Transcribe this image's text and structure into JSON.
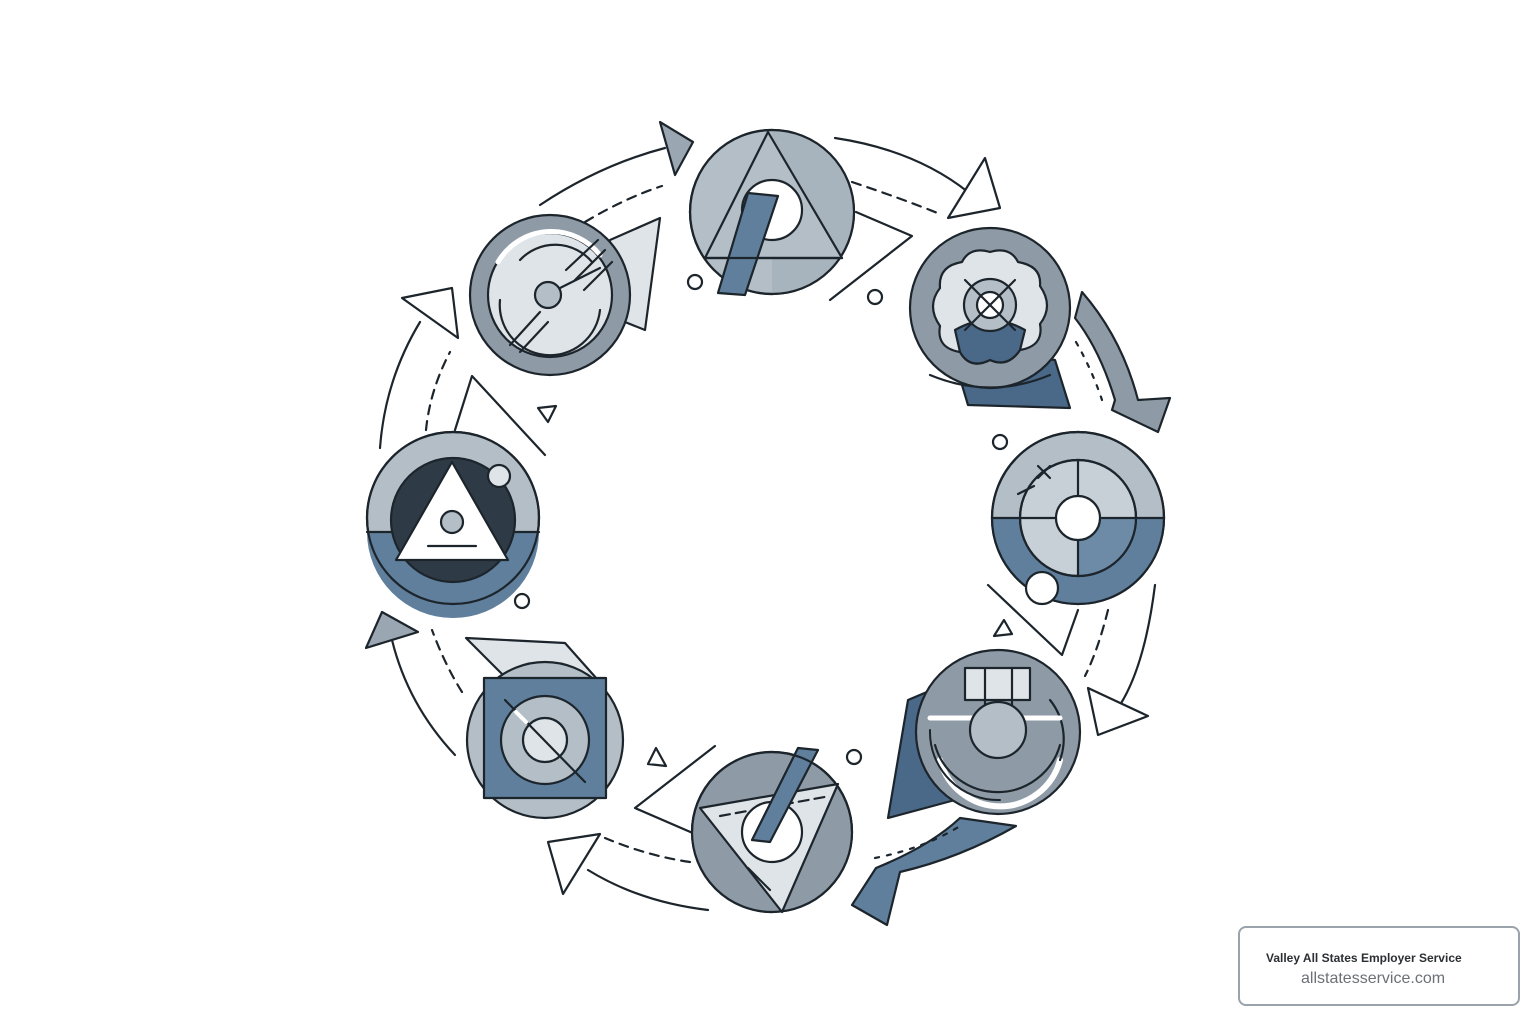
{
  "watermark": {
    "company": "Valley All States Employer Service",
    "url": "allstatesservice.com"
  },
  "diagram": {
    "type": "cycle",
    "node_count": 8,
    "nodes": [
      {
        "icon": "triangle-circle-icon"
      },
      {
        "icon": "gear-flower-icon"
      },
      {
        "icon": "quadrant-target-icon"
      },
      {
        "icon": "segmented-ring-icon"
      },
      {
        "icon": "triangle-slash-icon"
      },
      {
        "icon": "square-target-icon"
      },
      {
        "icon": "triangle-dark-icon"
      },
      {
        "icon": "dial-gauge-icon"
      }
    ]
  },
  "colors": {
    "stroke": "#1d252c",
    "light": "#b3bec7",
    "mid": "#8e9ba6",
    "pale": "#dfe4e8",
    "blue": "#5f7f9c",
    "darkblue": "#4a6887",
    "navy": "#2e3a46"
  }
}
